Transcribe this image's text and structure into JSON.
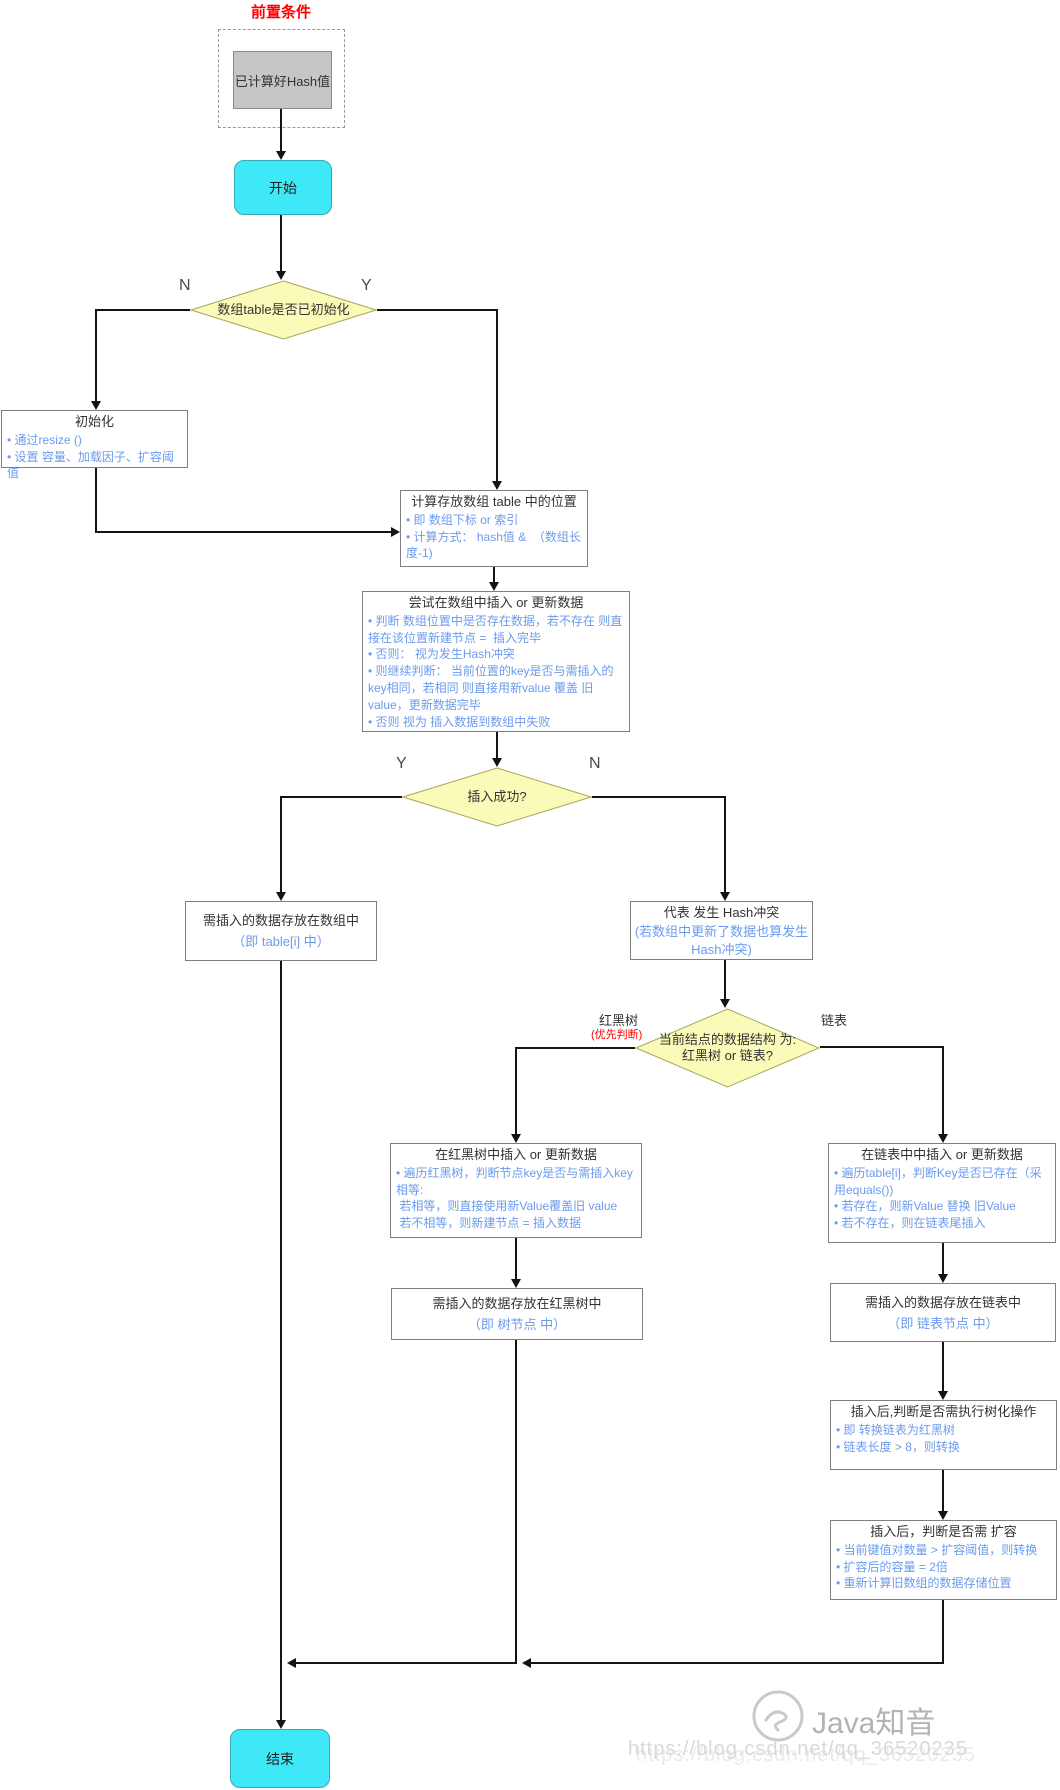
{
  "precondition": {
    "label": "前置条件",
    "box": "已计算好Hash值"
  },
  "nodes": {
    "start": "开始",
    "end": "结束",
    "decision_init": "数组table是否已初始化",
    "decision_success": "插入成功?",
    "decision_structure_l1": "当前结点的数据结构 为:",
    "decision_structure_l2": "红黑树 or 链表?"
  },
  "branch_labels": {
    "init_no": "N",
    "init_yes": "Y",
    "success_yes": "Y",
    "success_no": "N",
    "rbt": "红黑树",
    "rbt_priority": "(优先判断)",
    "linkedlist": "链表"
  },
  "boxes": {
    "init": {
      "title": "初始化",
      "lines": [
        "• 通过resize ()",
        "• 设置 容量、加载因子、扩容阈值"
      ]
    },
    "calc": {
      "title": "计算存放数组 table 中的位置",
      "lines": [
        "• 即 数组下标 or 索引",
        "• 计算方式： hash值 &  （数组长度-1)"
      ]
    },
    "try_insert": {
      "title": "尝试在数组中插入 or 更新数据",
      "lines": [
        "• 判断 数组位置中是否存在数据，若不存在 则直接在该位置新建节点 =  插入完毕",
        "• 否则： 视为发生Hash冲突",
        "• 则继续判断： 当前位置的key是否与需插入的key相同，若相同 则直接用新value 覆盖 旧value，更新数据完毕",
        "• 否则 视为 插入数据到数组中失败"
      ]
    },
    "array_result": {
      "line1": "需插入的数据存放在数组中",
      "line2": "（即 table[i] 中）"
    },
    "conflict": {
      "line1": "代表 发生 Hash冲突",
      "line2": "(若数组中更新了数据也算发生 Hash冲突)"
    },
    "rbt_insert": {
      "title": "在红黑树中插入 or 更新数据",
      "lines": [
        "• 遍历红黑树，判断节点key是否与需插入key相等:",
        " 若相等，则直接使用新Value覆盖旧 value",
        " 若不相等，则新建节点 = 插入数据"
      ]
    },
    "tree_node": {
      "line1": "需插入的数据存放在红黑树中",
      "line2": "（即 树节点 中）"
    },
    "list_insert": {
      "title": "在链表中中插入 or 更新数据",
      "lines": [
        "• 遍历table[i]，判断Key是否已存在（采用equals())",
        "• 若存在，则新Value 替换 旧Value",
        "• 若不存在，则在链表尾插入"
      ]
    },
    "list_node": {
      "line1": "需插入的数据存放在链表中",
      "line2": "（即 链表节点 中）"
    },
    "treeify": {
      "title": "插入后,判断是否需执行树化操作",
      "lines": [
        "• 即 转换链表为红黑树",
        "• 链表长度 > 8，则转换"
      ]
    },
    "resize": {
      "title": "插入后，判断是否需 扩容",
      "lines": [
        "• 当前键值对数量 > 扩容阈值，则转换",
        "• 扩容后的容量 = 2倍",
        "• 重新计算旧数组的数据存储位置"
      ]
    }
  },
  "watermark": {
    "name": "Java知音",
    "url": "https://blog.csdn.net/qq_36520235"
  },
  "colors": {
    "terminal_fill": "#3fe8f6",
    "decision_fill": "#fafab9",
    "decision_border": "#a8a85a",
    "note_blue": "#6b9bee",
    "alert_red": "#ff0000",
    "gray_box": "#c6c6c6",
    "line": "#141414"
  }
}
